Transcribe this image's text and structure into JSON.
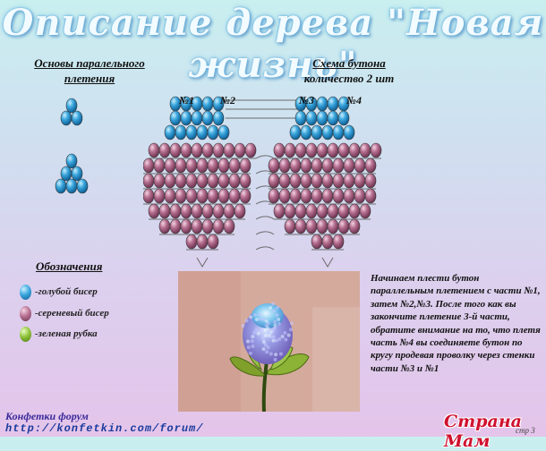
{
  "title": "Описание дерева \"Новая жизнь\"",
  "basics": {
    "line1": "Основы паралельного",
    "line2": "плетения"
  },
  "scheme": {
    "line1": "Схема бутона",
    "line2": "количество 2 шт"
  },
  "part_labels": [
    "№1",
    "№2",
    "№3",
    "№4"
  ],
  "legend": {
    "heading": "Обозначения",
    "items": [
      {
        "text": "-голубой бисер",
        "color": "#2f9fd8"
      },
      {
        "text": "-сереневый бисер",
        "color": "#b06a8a"
      },
      {
        "text": "-зеленая рубка",
        "color": "#8fc23a"
      }
    ]
  },
  "description": "Начинаем плести бутон параллельным плетением с части №1, затем №2,№3. После того как вы закончите плетение 3-й части, обратите внимание на то, что плетя часть №4 вы соединяете бутон по кругу продевая проволку через стенки части №3 и №1",
  "footer": {
    "forum_name": "Конфетки форум",
    "forum_url": "http://konfetkin.com/forum/",
    "brand": "Страна Мам",
    "page": "стр 3"
  },
  "colors": {
    "blue_bead": "#2f9fd8",
    "lilac_bead": "#b06a8a",
    "green_tube": "#8fc23a"
  }
}
